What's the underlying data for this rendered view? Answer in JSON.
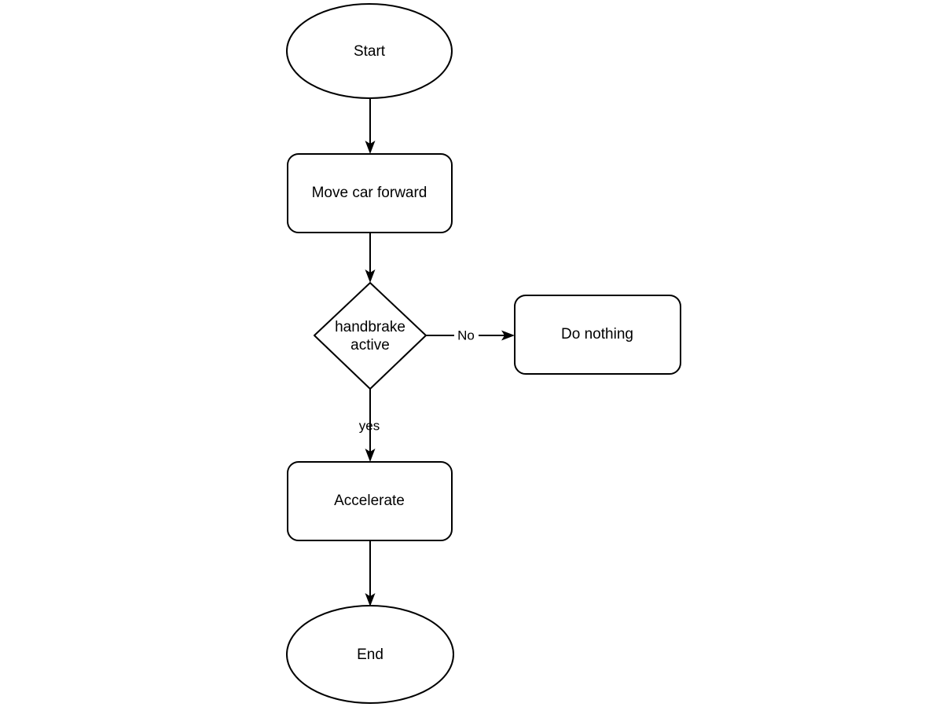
{
  "diagram": {
    "type": "flowchart",
    "background_color": "#ffffff",
    "stroke_color": "#000000",
    "fill_color": "#ffffff",
    "nodes": [
      {
        "id": "start",
        "shape": "ellipse",
        "label": "Start"
      },
      {
        "id": "move",
        "shape": "rounded-rect",
        "label": "Move car forward"
      },
      {
        "id": "handbrake",
        "shape": "diamond",
        "label_line1": "handbrake",
        "label_line2": "active"
      },
      {
        "id": "do-nothing",
        "shape": "rounded-rect",
        "label": "Do nothing"
      },
      {
        "id": "accelerate",
        "shape": "rounded-rect",
        "label": "Accelerate"
      },
      {
        "id": "end",
        "shape": "ellipse",
        "label": "End"
      }
    ],
    "edges": [
      {
        "id": "start-to-move",
        "from": "start",
        "to": "move",
        "label": ""
      },
      {
        "id": "move-to-handbrake",
        "from": "move",
        "to": "handbrake",
        "label": ""
      },
      {
        "id": "handbrake-to-do-nothing",
        "from": "handbrake",
        "to": "do-nothing",
        "label": "No"
      },
      {
        "id": "handbrake-to-accelerate",
        "from": "handbrake",
        "to": "accelerate",
        "label": "yes"
      },
      {
        "id": "accelerate-to-end",
        "from": "accelerate",
        "to": "end",
        "label": ""
      }
    ]
  }
}
